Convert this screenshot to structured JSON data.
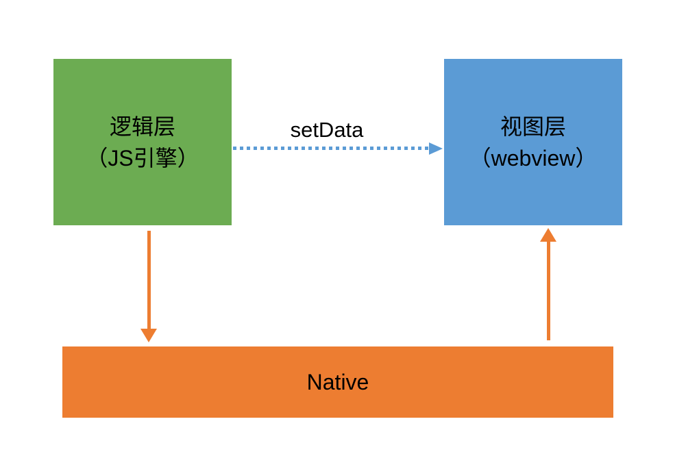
{
  "diagram": {
    "type": "architecture-flow",
    "nodes": {
      "logic_layer": {
        "line1": "逻辑层",
        "line2": "（JS引擎）",
        "color": "#6CAC52"
      },
      "view_layer": {
        "line1": "视图层",
        "line2": "（webview）",
        "color": "#5B9BD5"
      },
      "native": {
        "label": "Native",
        "color": "#ED7D31"
      }
    },
    "edges": [
      {
        "id": "set-data",
        "from": "logic_layer",
        "to": "view_layer",
        "label": "setData",
        "style": "dotted",
        "direction": "right",
        "color": "#5B9BD5"
      },
      {
        "id": "logic-to-native",
        "from": "logic_layer",
        "to": "native",
        "label": "",
        "style": "solid",
        "direction": "down",
        "color": "#ED7D31"
      },
      {
        "id": "native-to-view",
        "from": "native",
        "to": "view_layer",
        "label": "",
        "style": "solid",
        "direction": "up",
        "color": "#ED7D31"
      }
    ]
  },
  "colors": {
    "background": "#FFFFFF",
    "text": "#000000",
    "green": "#6CAC52",
    "blue": "#5B9BD5",
    "orange": "#ED7D31"
  }
}
